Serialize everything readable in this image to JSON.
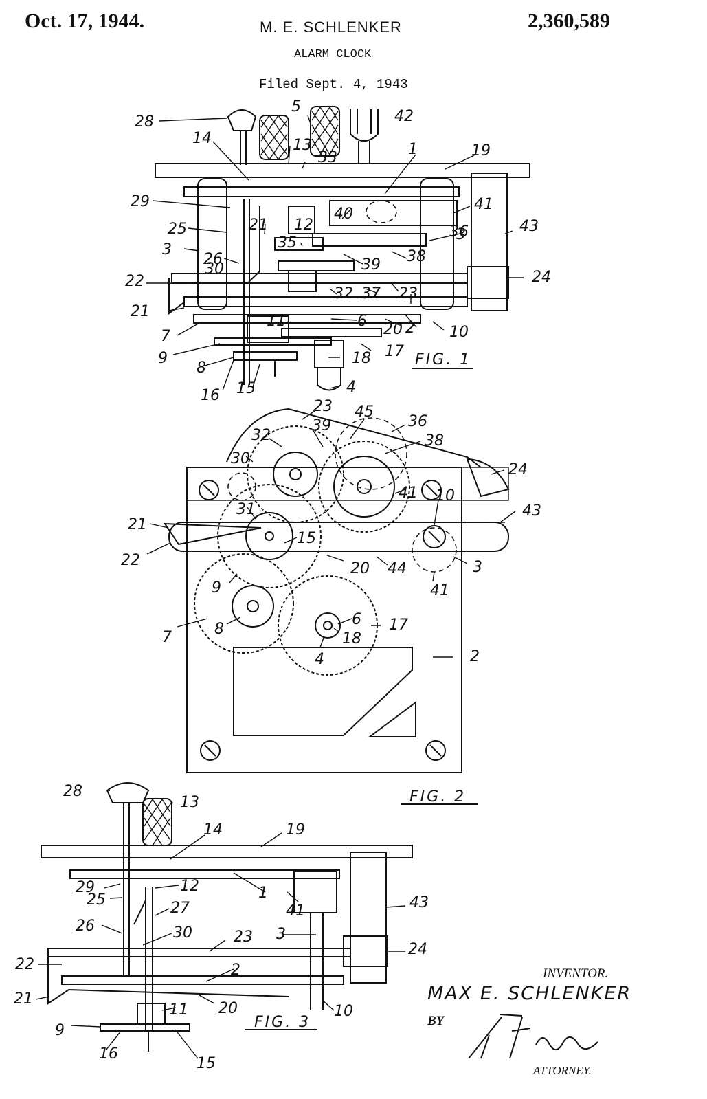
{
  "header": {
    "date": "Oct. 17, 1944.",
    "inventor": "M. E. SCHLENKER",
    "patent_number": "2,360,589",
    "title": "ALARM CLOCK",
    "filed": "Filed Sept. 4, 1943"
  },
  "figures": {
    "fig1": {
      "caption": "FIG. 1",
      "labels": [
        "28",
        "5",
        "42",
        "14",
        "13",
        "33",
        "1",
        "19",
        "29",
        "40",
        "41",
        "25",
        "21",
        "12",
        "43",
        "36",
        "3",
        "35",
        "3",
        "38",
        "26",
        "39",
        "30",
        "24",
        "22",
        "32",
        "37",
        "23",
        "21",
        "6",
        "20",
        "2",
        "10",
        "7",
        "11",
        "17",
        "9",
        "18",
        "8",
        "16",
        "15",
        "4"
      ]
    },
    "fig2": {
      "caption": "FIG. 2",
      "labels": [
        "23",
        "45",
        "36",
        "39",
        "32",
        "38",
        "30",
        "24",
        "41",
        "10",
        "43",
        "21",
        "31",
        "15",
        "22",
        "20",
        "44",
        "3",
        "9",
        "41",
        "6",
        "17",
        "7",
        "8",
        "18",
        "4",
        "2"
      ]
    },
    "fig3": {
      "caption": "FIG. 3",
      "labels": [
        "28",
        "13",
        "14",
        "19",
        "29",
        "12",
        "1",
        "43",
        "25",
        "27",
        "41",
        "26",
        "30",
        "3",
        "23",
        "24",
        "22",
        "2",
        "21",
        "20",
        "11",
        "10",
        "9",
        "16",
        "15"
      ]
    }
  },
  "signature": {
    "caption": "INVENTOR.",
    "name": "MAX E. SCHLENKER",
    "by": "BY",
    "attorney": "ATTORNEY."
  }
}
